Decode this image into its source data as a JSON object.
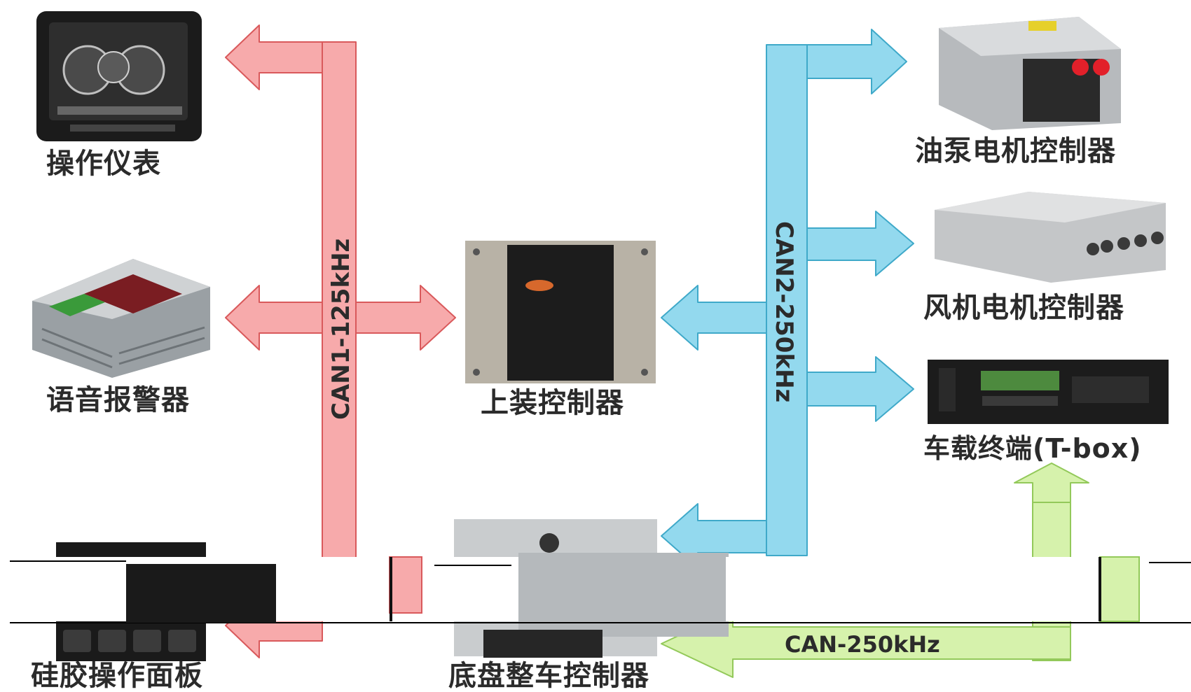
{
  "diagram": {
    "buses": {
      "can1": "CAN1-125kHz",
      "can2": "CAN2-250kHz",
      "can": "CAN-250kHz"
    },
    "devices": {
      "dashboard": "操作仪表",
      "voice_alarm": "语音报警器",
      "silicone_panel": "硅胶操作面板",
      "upper_controller": "上装控制器",
      "chassis_controller": "底盘整车控制器",
      "oil_pump_motor_controller": "油泵电机控制器",
      "fan_motor_controller": "风机电机控制器",
      "vehicle_terminal": "车载终端(T-box)"
    },
    "colors": {
      "can1_bus": "#f4a3a5",
      "can2_bus": "#8fd7ec",
      "can_bus": "#d3f0a8"
    }
  }
}
